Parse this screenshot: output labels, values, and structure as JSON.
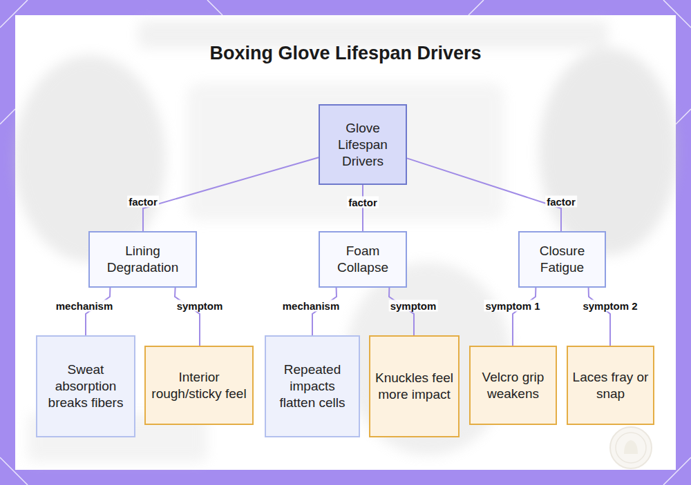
{
  "diagram": {
    "title": "Boxing Glove Lifespan Drivers",
    "nodes": [
      {
        "text": [
          "Glove Lifespan Drivers"
        ]
      },
      {
        "text": [
          "Lining Degradation"
        ]
      },
      {
        "text": [
          "Foam Collapse"
        ]
      },
      {
        "text": [
          "Closure Fatigue"
        ]
      },
      {
        "text": [
          "Sweat absorption breaks fibers"
        ]
      },
      {
        "text": [
          "Interior rough/sticky feel"
        ]
      },
      {
        "text": [
          "Repeated impacts flatten cells"
        ]
      },
      {
        "text": [
          "Knuckles feel more impact"
        ]
      },
      {
        "text": [
          "Velcro grip weakens"
        ]
      },
      {
        "text": [
          "Laces fray or snap"
        ]
      }
    ],
    "edges": [
      {
        "from": 0,
        "to": 1,
        "label": "factor",
        "arrow": "none"
      },
      {
        "from": 0,
        "to": 2,
        "label": "factor",
        "arrow": "none"
      },
      {
        "from": 0,
        "to": 3,
        "label": "factor",
        "arrow": "none"
      },
      {
        "from": 1,
        "to": 4,
        "label": "mechanism",
        "arrow": "none"
      },
      {
        "from": 1,
        "to": 5,
        "label": "symptom",
        "arrow": "none"
      },
      {
        "from": 2,
        "to": 6,
        "label": "mechanism",
        "arrow": "none"
      },
      {
        "from": 2,
        "to": 7,
        "label": "symptom",
        "arrow": "none"
      },
      {
        "from": 3,
        "to": 8,
        "label": "symptom 1",
        "arrow": "none"
      },
      {
        "from": 3,
        "to": 9,
        "label": "symptom 2",
        "arrow": "none"
      }
    ]
  }
}
